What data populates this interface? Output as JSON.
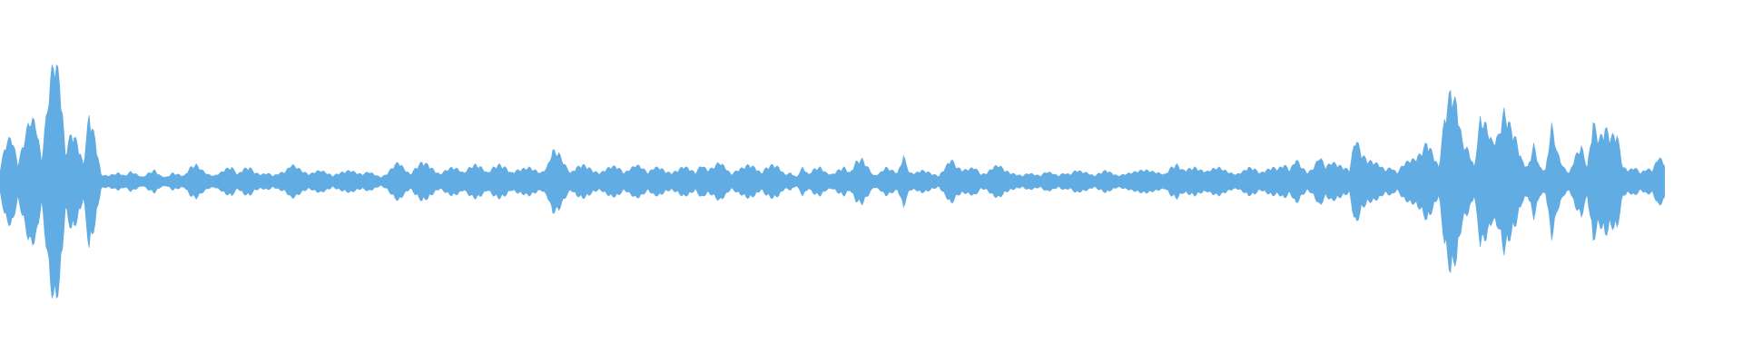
{
  "waveform": {
    "color": "#62ace4",
    "background": "#ffffff",
    "recorded_duration_fraction": 0.955,
    "amplitude_envelope": [
      0.08,
      0.28,
      0.32,
      0.12,
      0.28,
      0.45,
      0.42,
      0.15,
      0.55,
      0.88,
      0.75,
      0.2,
      0.35,
      0.28,
      0.12,
      0.48,
      0.3,
      0.05,
      0.04,
      0.05,
      0.06,
      0.04,
      0.07,
      0.05,
      0.03,
      0.06,
      0.08,
      0.04,
      0.03,
      0.06,
      0.05,
      0.04,
      0.1,
      0.12,
      0.08,
      0.05,
      0.04,
      0.06,
      0.09,
      0.1,
      0.05,
      0.09,
      0.1,
      0.06,
      0.05,
      0.06,
      0.04,
      0.06,
      0.07,
      0.12,
      0.1,
      0.07,
      0.05,
      0.07,
      0.08,
      0.06,
      0.04,
      0.06,
      0.07,
      0.08,
      0.06,
      0.05,
      0.07,
      0.05,
      0.03,
      0.05,
      0.1,
      0.14,
      0.09,
      0.05,
      0.1,
      0.14,
      0.12,
      0.08,
      0.05,
      0.08,
      0.1,
      0.09,
      0.06,
      0.1,
      0.12,
      0.1,
      0.06,
      0.1,
      0.12,
      0.1,
      0.06,
      0.08,
      0.09,
      0.1,
      0.08,
      0.06,
      0.1,
      0.22,
      0.2,
      0.12,
      0.06,
      0.1,
      0.12,
      0.1,
      0.07,
      0.06,
      0.09,
      0.11,
      0.1,
      0.06,
      0.09,
      0.12,
      0.1,
      0.06,
      0.1,
      0.1,
      0.07,
      0.06,
      0.08,
      0.11,
      0.09,
      0.06,
      0.12,
      0.08,
      0.1,
      0.14,
      0.1,
      0.05,
      0.08,
      0.1,
      0.12,
      0.1,
      0.06,
      0.1,
      0.12,
      0.1,
      0.05,
      0.06,
      0.03,
      0.1,
      0.05,
      0.09,
      0.1,
      0.06,
      0.05,
      0.08,
      0.1,
      0.06,
      0.14,
      0.16,
      0.1,
      0.04,
      0.06,
      0.1,
      0.08,
      0.06,
      0.18,
      0.06,
      0.06,
      0.08,
      0.07,
      0.05,
      0.04,
      0.1,
      0.16,
      0.1,
      0.08,
      0.09,
      0.1,
      0.05,
      0.06,
      0.1,
      0.12,
      0.08,
      0.06,
      0.05,
      0.04,
      0.06,
      0.05,
      0.04,
      0.07,
      0.06,
      0.04,
      0.06,
      0.05,
      0.08,
      0.07,
      0.06,
      0.04,
      0.06,
      0.08,
      0.06,
      0.04,
      0.05,
      0.06,
      0.07,
      0.08,
      0.08,
      0.07,
      0.06,
      0.05,
      0.1,
      0.12,
      0.08,
      0.09,
      0.1,
      0.08,
      0.07,
      0.09,
      0.1,
      0.08,
      0.06,
      0.05,
      0.07,
      0.1,
      0.09,
      0.06,
      0.08,
      0.1,
      0.09,
      0.12,
      0.08,
      0.16,
      0.1,
      0.06,
      0.1,
      0.18,
      0.1,
      0.14,
      0.12,
      0.1,
      0.08,
      0.32,
      0.2,
      0.15,
      0.14,
      0.12,
      0.08,
      0.1,
      0.06,
      0.12,
      0.15,
      0.16,
      0.2,
      0.28,
      0.2,
      0.1,
      0.45,
      0.65,
      0.55,
      0.28,
      0.22,
      0.1,
      0.45,
      0.4,
      0.28,
      0.32,
      0.5,
      0.4,
      0.3,
      0.15,
      0.1,
      0.26,
      0.1,
      0.08,
      0.4,
      0.2,
      0.1,
      0.06,
      0.18,
      0.25,
      0.1,
      0.42,
      0.3,
      0.38,
      0.32,
      0.34,
      0.1,
      0.08,
      0.1,
      0.06,
      0.09,
      0.08,
      0.18,
      0.12
    ]
  }
}
